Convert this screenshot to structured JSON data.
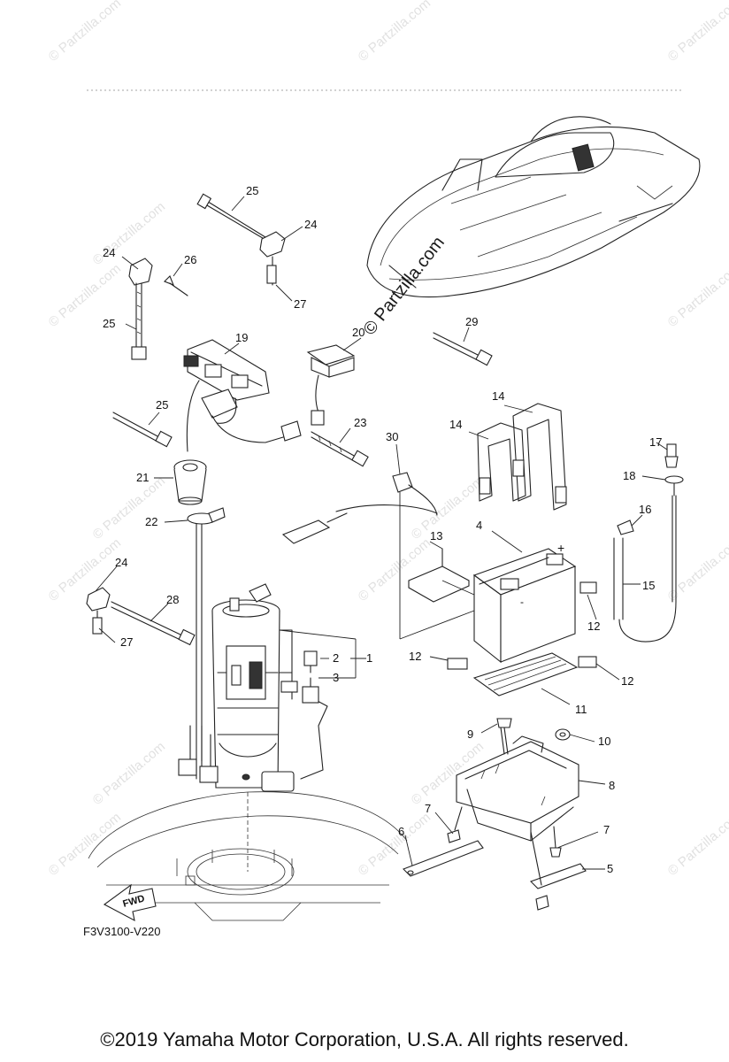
{
  "diagram": {
    "drawing_code": "F3V3100-V220",
    "fwd_label": "FWD",
    "watermark": "© Partzilla.com",
    "watermark_small": "© Partzilla.com",
    "callouts": {
      "c1": "1",
      "c2": "2",
      "c3": "3",
      "c4": "4",
      "c5": "5",
      "c6": "6",
      "c7a": "7",
      "c7b": "7",
      "c8": "8",
      "c9": "9",
      "c10": "10",
      "c11": "11",
      "c12a": "12",
      "c12b": "12",
      "c12c": "12",
      "c13": "13",
      "c14a": "14",
      "c14b": "14",
      "c15": "15",
      "c16": "16",
      "c17": "17",
      "c18": "18",
      "c19": "19",
      "c20": "20",
      "c21": "21",
      "c22": "22",
      "c23": "23",
      "c24a": "24",
      "c24b": "24",
      "c24c": "24",
      "c25a": "25",
      "c25b": "25",
      "c25c": "25",
      "c26": "26",
      "c27a": "27",
      "c27b": "27",
      "c28": "28",
      "c29": "29",
      "c30": "30"
    }
  },
  "footer": {
    "copyright": "©2019  Yamaha Motor Corporation, U.S.A. All rights reserved."
  }
}
